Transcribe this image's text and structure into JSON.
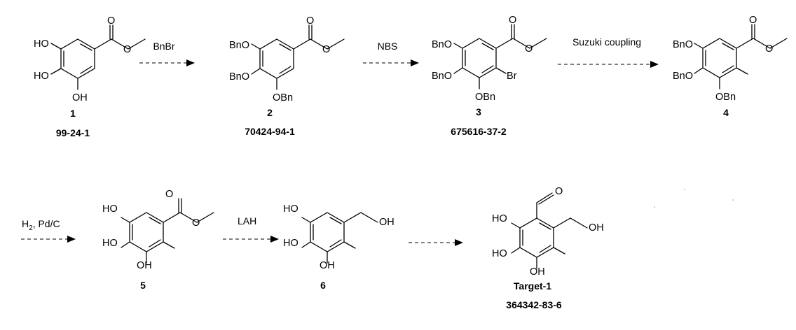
{
  "compounds": [
    {
      "id": "1",
      "cas": "99-24-1",
      "groups": {
        "r1": "HO",
        "r2": "HO",
        "r3": "OH",
        "carbonyl": "O"
      }
    },
    {
      "id": "2",
      "cas": "70424-94-1",
      "groups": {
        "r1": "BnO",
        "r2": "BnO",
        "r3": "OBn",
        "carbonyl": "O"
      }
    },
    {
      "id": "3",
      "cas": "675616-37-2",
      "groups": {
        "r1": "BnO",
        "r2": "BnO",
        "r3": "OBn",
        "halo": "Br",
        "carbonyl": "O"
      }
    },
    {
      "id": "4",
      "cas": "",
      "groups": {
        "r1": "BnO",
        "r2": "BnO",
        "r3": "OBn",
        "carbonyl": "O"
      }
    },
    {
      "id": "5",
      "cas": "",
      "groups": {
        "r1": "HO",
        "r2": "HO",
        "r3": "OH",
        "carbonyl": "O"
      }
    },
    {
      "id": "6",
      "cas": "",
      "groups": {
        "r1": "HO",
        "r2": "HO",
        "r3": "OH",
        "side": "OH"
      }
    },
    {
      "id": "Target-1",
      "cas": "364342-83-6",
      "groups": {
        "r1": "HO",
        "r2": "HO",
        "r3": "OH",
        "side": "OH",
        "aldehyde": "O"
      }
    }
  ],
  "reactions": [
    {
      "reagent": "BnBr"
    },
    {
      "reagent": "NBS"
    },
    {
      "reagent": "Suzuki coupling"
    },
    {
      "reagent_main": "H",
      "reagent_sub": "2",
      "reagent_rest": ", Pd/C"
    },
    {
      "reagent": "LAH"
    },
    {
      "reagent": ""
    }
  ]
}
